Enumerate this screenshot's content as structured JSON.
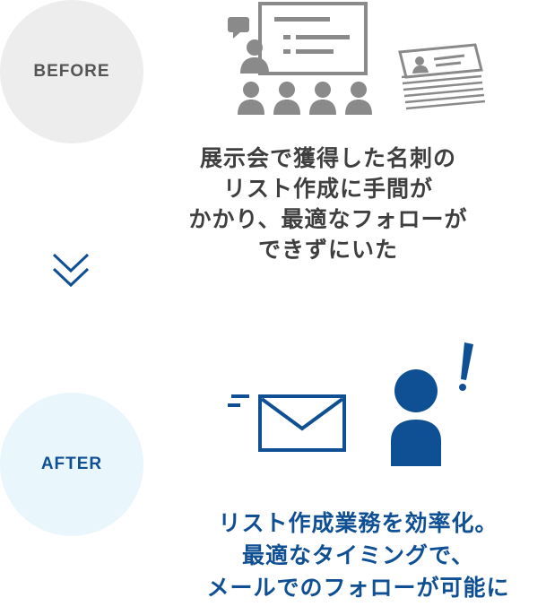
{
  "before": {
    "badge": "BEFORE",
    "lines": [
      "展示会で獲得した名刺の",
      "リスト作成に手間が",
      "かかり、最適なフォローが",
      "できずにいた"
    ]
  },
  "after": {
    "badge": "AFTER",
    "lines": [
      "リスト作成業務を効率化。",
      "最適なタイミングで、",
      "メールでのフォローが可能に"
    ]
  },
  "colors": {
    "before_text": "#3f3f3f",
    "before_icon": "#8a8a8a",
    "after_text": "#0f4f93",
    "after_icon": "#0f4f93",
    "before_badge_bg": "#ededed",
    "after_badge_bg": "#e9f6fc"
  },
  "icons": {
    "before": [
      "presentation-icon",
      "audience-icon",
      "business-cards-icon"
    ],
    "transition": "double-chevron-down-icon",
    "after": [
      "email-icon",
      "person-alert-icon"
    ]
  }
}
